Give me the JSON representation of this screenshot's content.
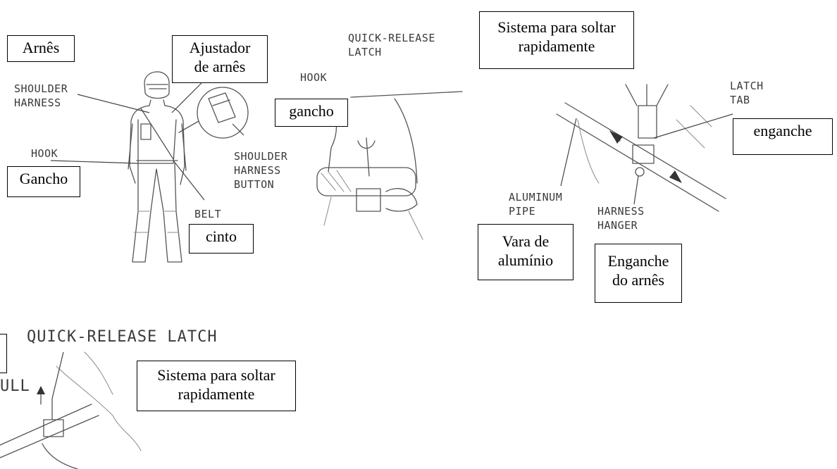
{
  "labels_en": {
    "shoulder_harness": "SHOULDER\nHARNESS",
    "hook_left": "HOOK",
    "shoulder_harness_button": "SHOULDER\nHARNESS\nBUTTON",
    "belt": "BELT",
    "quick_release_latch_top": "QUICK-RELEASE\nLATCH",
    "hook_middle": "HOOK",
    "latch_tab": "LATCH\nTAB",
    "aluminum_pipe": "ALUMINUM\nPIPE",
    "harness_hanger": "HARNESS\nHANGER",
    "quick_release_latch_bottom": "QUICK-RELEASE LATCH",
    "pull": "ULL"
  },
  "labels_pt": {
    "arnes": "Arnês",
    "ajustador": "Ajustador\nde arnês",
    "gancho_left": "Gancho",
    "cinto": "cinto",
    "gancho_mid": "gancho",
    "sistema_top": "Sistema para soltar\nrapidamente",
    "enganche": "enganche",
    "vara": "Vara de\nalumínio",
    "enganche_arnes": "Enganche\ndo arnês",
    "sistema_bottom": "Sistema para soltar\nrapidamente"
  },
  "icons": [
    "operator-figure",
    "pipe-hanger-illustration",
    "latch-closeup-illustration"
  ]
}
